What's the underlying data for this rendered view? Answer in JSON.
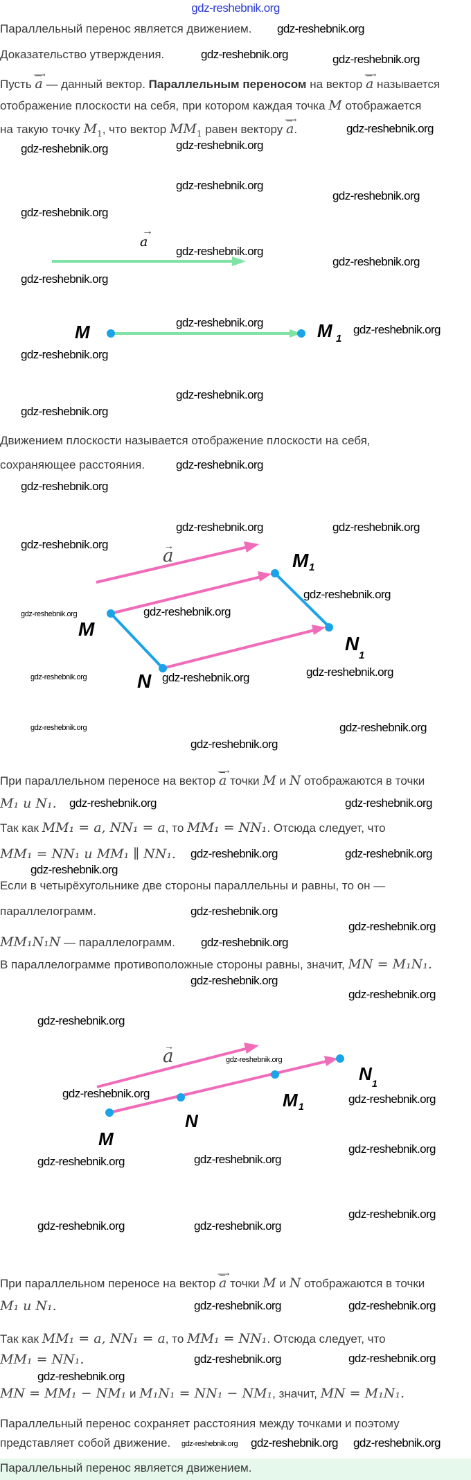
{
  "header": {
    "site": "gdz-reshebnik.org"
  },
  "watermark": "gdz-reshebnik.org",
  "intro": {
    "statement": "Параллельный перенос является движением.",
    "proof_title": "Доказательство утверждения.",
    "def_1": "Пусть ",
    "a": "a",
    "def_2": " — данный вектор. ",
    "def_bold": "Параллельным переносом",
    "def_3": " на вектор ",
    "def_4": " называется",
    "def_5": "отображение плоскости на себя, при котором каждая точка ",
    "M": "M",
    "def_6": " отображается",
    "def_7": "на такую точку ",
    "M1": "M",
    "sub1": "1",
    "def_8": ", что вектор ",
    "MM": "MM",
    "def_9": " равен вектору ",
    "def_10": "."
  },
  "diagram1": {
    "a": "a",
    "M": "M",
    "M1": "M",
    "sub": "1",
    "colors": {
      "arrow": "#7fe3a3",
      "point": "#1aa3e8"
    }
  },
  "motion": {
    "line1": "Движением плоскости называется отображение плоскости на себя,",
    "line2": "сохраняющее расстояния."
  },
  "diagram2": {
    "a": "a",
    "M": "M",
    "M1": "M",
    "N": "N",
    "N1": "N",
    "sub": "1",
    "colors": {
      "arrow": "#f06bb8",
      "segment": "#1aa3e8"
    }
  },
  "block1": {
    "l1a": "При параллельном переносе на вектор ",
    "l1b": " точки ",
    "l1c": " и ",
    "l1d": " отображаются в точки",
    "l2": "M₁ и N₁.",
    "l3a": "Так как ",
    "l3b": "MM₁ = a, NN₁ = a",
    "l3c": ", то ",
    "l3d": "MM₁ = NN₁",
    "l3e": ". Отсюда следует, что",
    "l4": "MM₁ = NN₁ и MM₁ ∥ NN₁.",
    "l5": "Если в четырёхугольнике две стороны параллельны и равны, то он —",
    "l6": "параллелограмм.",
    "l7a": "MM₁N₁N",
    "l7b": " — параллелограмм.",
    "l8a": "В параллелограмме противоположные стороны равны, значит, ",
    "l8b": "MN = M₁N₁."
  },
  "diagram3": {
    "a": "a",
    "M": "M",
    "N": "N",
    "M1": "M",
    "N1": "N",
    "sub": "1"
  },
  "block2": {
    "l1a": "При параллельном переносе на вектор ",
    "l1b": " точки ",
    "l1c": " и ",
    "l1d": " отображаются в точки",
    "l2": "M₁ и N₁.",
    "l3a": "Так как ",
    "l3b": "MM₁ = a, NN₁ = a",
    "l3c": ", то ",
    "l3d": "MM₁ = NN₁",
    "l3e": ". Отсюда следует, что",
    "l4": "MM₁ = NN₁.",
    "l5a": "MN = MM₁ − NM₁",
    "l5b": " и ",
    "l5c": "M₁N₁ = NN₁ − NM₁",
    "l5d": ", значит, ",
    "l5e": "MN = M₁N₁.",
    "l6": "Параллельный перенос сохраняет расстояния между точками и поэтому",
    "l7": "представляет собой движение."
  },
  "conclusion": "Параллельный перенос является движением."
}
